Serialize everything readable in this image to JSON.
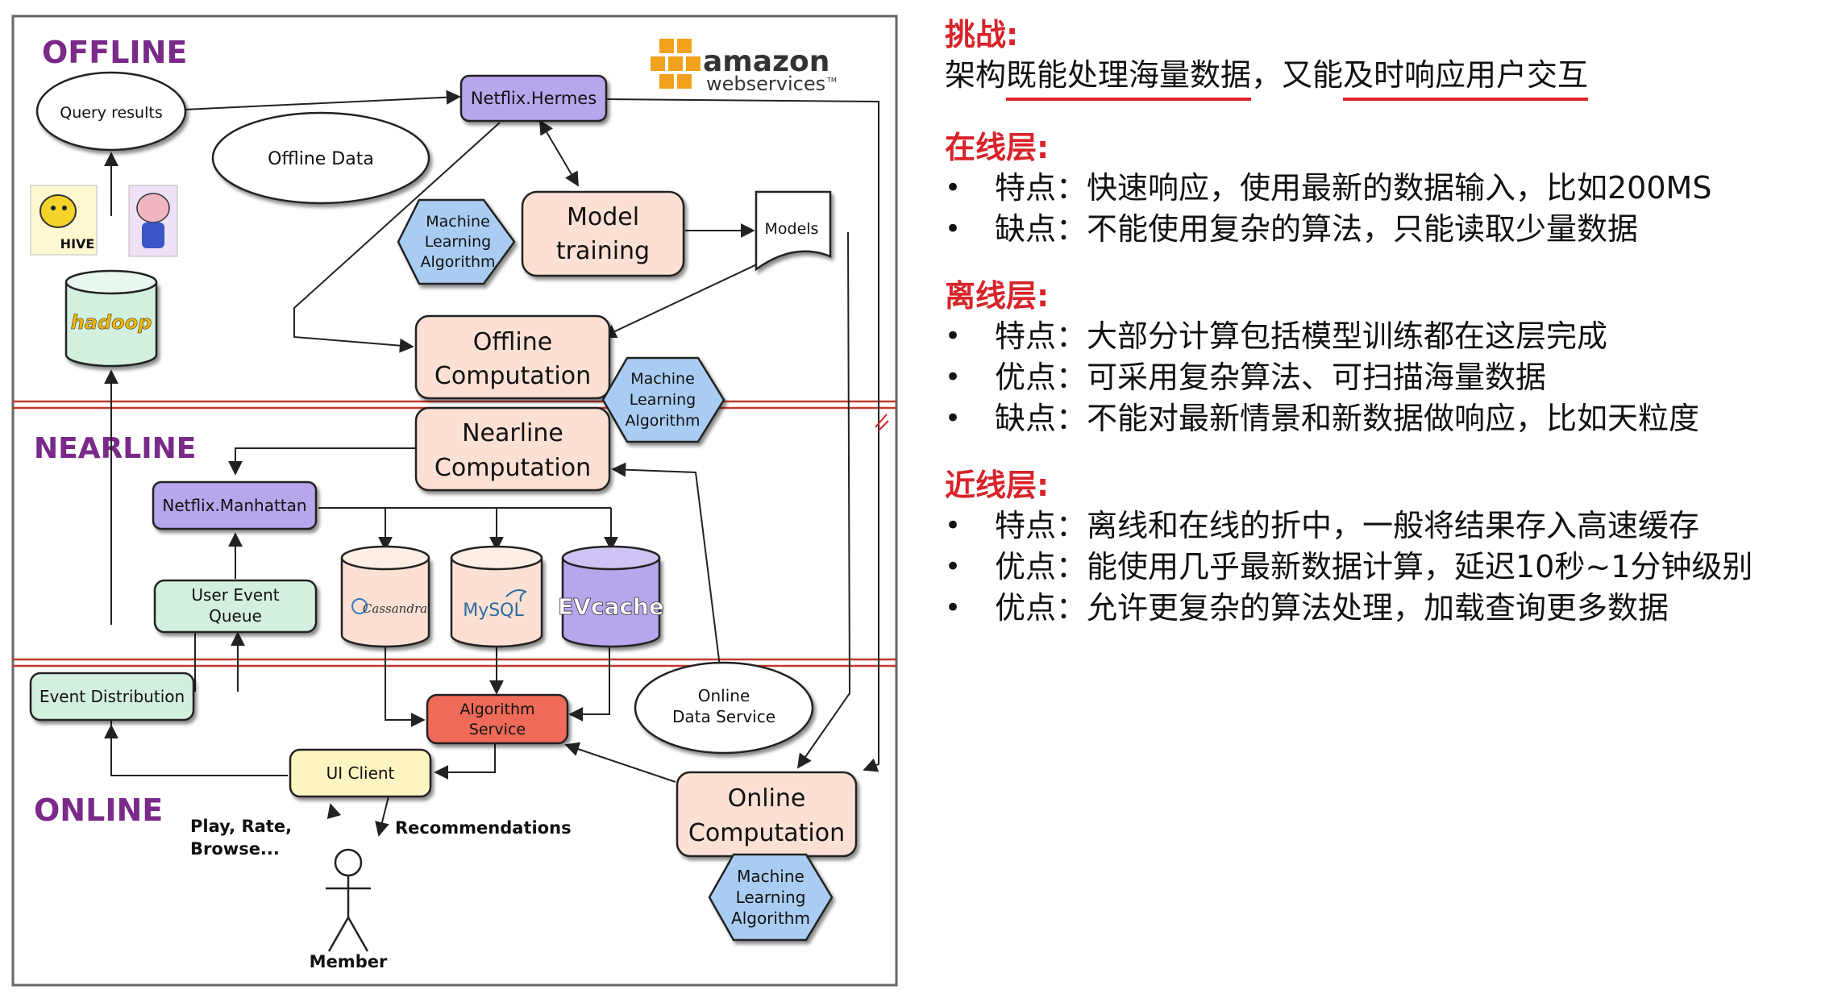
{
  "diagram": {
    "layers": {
      "offline": "OFFLINE",
      "nearline": "NEARLINE",
      "online": "ONLINE"
    },
    "aws_logo": {
      "word1": "amazon",
      "word2": "webservices",
      "tm": "TM"
    },
    "nodes": {
      "query_results": "Query results",
      "offline_data": "Offline Data",
      "hermes": "Netflix.Hermes",
      "ml_top": [
        "Machine",
        "Learning",
        "Algorithm"
      ],
      "model_training": [
        "Model",
        "training"
      ],
      "models": "Models",
      "offline_computation": [
        "Offline",
        "Computation"
      ],
      "ml_offline": [
        "Machine",
        "Learning",
        "Algorithm"
      ],
      "nearline_computation": [
        "Nearline",
        "Computation"
      ],
      "manhattan": "Netflix.Manhattan",
      "user_event_queue": [
        "User Event",
        "Queue"
      ],
      "cassandra": "Cassandra",
      "mysql": "MySQL",
      "evcache": "EVcache",
      "event_distribution": "Event Distribution",
      "algorithm_service": [
        "Algorithm",
        "Service"
      ],
      "online_data_service": [
        "Online",
        "Data Service"
      ],
      "ui_client": "UI Client",
      "online_computation": [
        "Online",
        "Computation"
      ],
      "ml_online": [
        "Machine",
        "Learning",
        "Algorithm"
      ],
      "play_rate": [
        "Play, Rate,",
        "Browse..."
      ],
      "recommendations": "Recommendations",
      "member": "Member",
      "hive": "HIVE",
      "hadoop": "hadoop"
    },
    "colors": {
      "purple": "#b7a6ec",
      "peach": "#fbe0d3",
      "blue": "#a9cdf2",
      "mint": "#d3f0df",
      "yellow": "#fcf5c1",
      "red": "#ef6b59",
      "accent_red": "#d8232a"
    }
  },
  "notes": {
    "challenge": {
      "title": "挑战:",
      "line_pre": "架构",
      "line_u1": "既能处理海量数据",
      "line_mid": "，又能",
      "line_u2": "及时响应用户交互"
    },
    "online": {
      "title": "在线层:",
      "items": [
        "特点：快速响应，使用最新的数据输入，比如200MS",
        "缺点：不能使用复杂的算法，只能读取少量数据"
      ]
    },
    "offline": {
      "title": "离线层:",
      "items": [
        "特点：大部分计算包括模型训练都在这层完成",
        "优点：可采用复杂算法、可扫描海量数据",
        "缺点：不能对最新情景和新数据做响应，比如天粒度"
      ]
    },
    "nearline": {
      "title": "近线层:",
      "items": [
        "特点：离线和在线的折中，一般将结果存入高速缓存",
        "优点：能使用几乎最新数据计算，延迟10秒~1分钟级别",
        "优点：允许更复杂的算法处理，加载查询更多数据"
      ]
    }
  }
}
